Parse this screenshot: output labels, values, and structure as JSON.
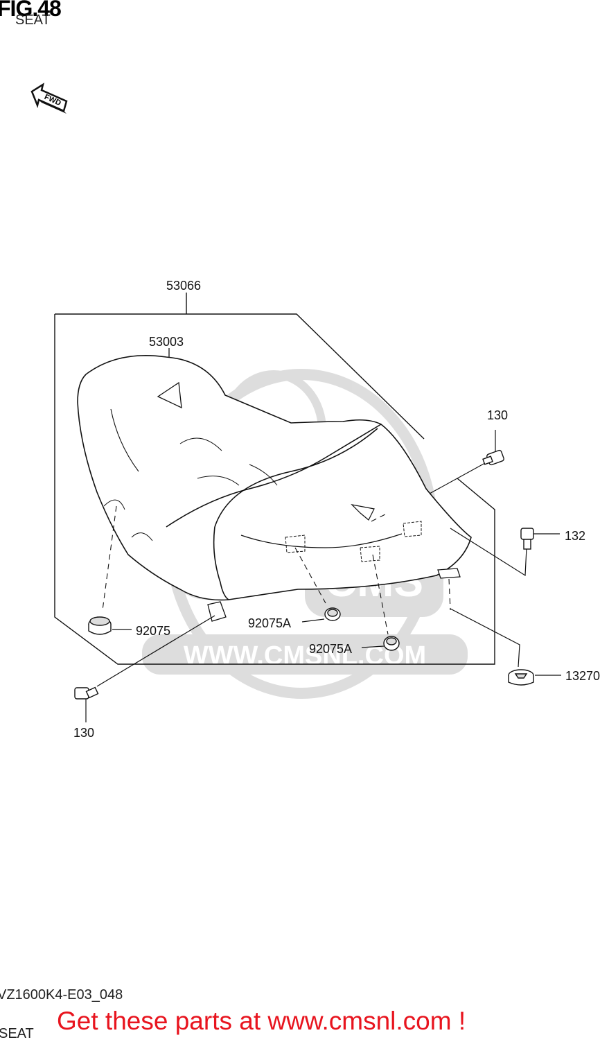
{
  "header": {
    "title": "FIG.48",
    "subtitle": "SEAT"
  },
  "direction_marker": {
    "text": "FWD",
    "icon": "fwd-arrow-icon"
  },
  "parts": {
    "p53066": "53066",
    "p53003": "53003",
    "p130_top": "130",
    "p132": "132",
    "p92075": "92075",
    "p92075A_1": "92075A",
    "p92075A_2": "92075A",
    "p13270": "13270",
    "p130_bottom": "130"
  },
  "watermark": {
    "text": "WWW.CMSNL.COM",
    "logo": "CMS"
  },
  "footer": {
    "code": "VZ1600K4-E03_048",
    "subtitle": "SEAT"
  },
  "promo": {
    "text": "Get these parts at www.cmsnl.com !",
    "color": "#e8141e"
  }
}
